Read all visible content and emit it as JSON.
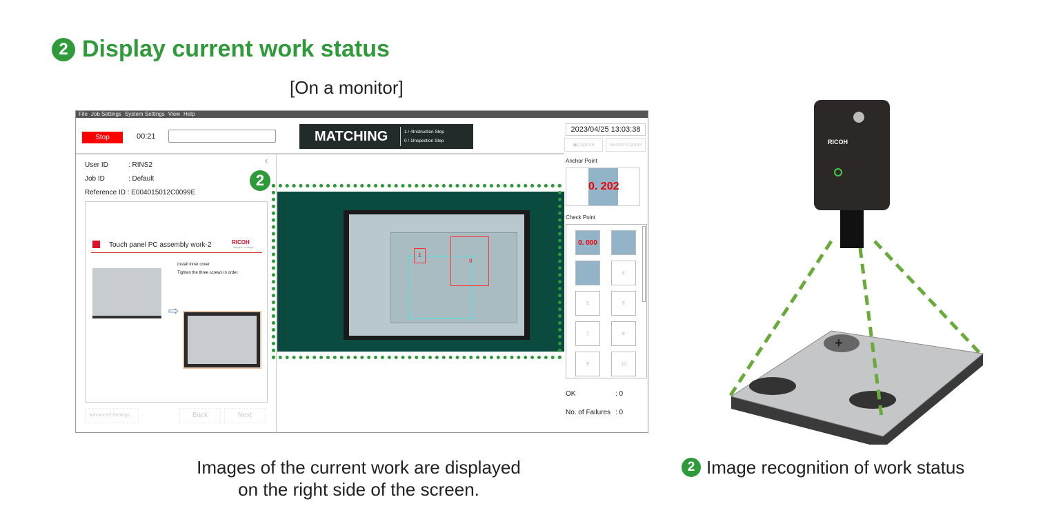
{
  "heading": {
    "number": "2",
    "text": "Display current work status"
  },
  "subheading": "[On a monitor]",
  "app": {
    "menu": [
      "File",
      "Job Settings",
      "System Settings",
      "View",
      "Help"
    ],
    "stop_label": "Stop",
    "timer": "00:21",
    "status": {
      "mode": "MATCHING",
      "instruction_step": "1 / 4Instruction Step",
      "inspection_step": "0 / 1Inspection Step"
    },
    "datetime": "2023/04/25 13:03:38",
    "capture_label": "Capture",
    "sensor_control_label": "Sensor Control",
    "info": {
      "user_id": "User ID",
      "user_id_value": ": RINS2",
      "job_id": "Job ID",
      "job_id_value": ": Default",
      "reference_id": "Reference ID : E004015012C0099E"
    },
    "collapse_icon": "chevron-left-icon",
    "doc": {
      "title": "Touch panel PC assembly work-2",
      "brand": "RICOH",
      "tagline": "imagine. change.",
      "line1": "Install inner cover",
      "line2": "Tighten the three screws in order."
    },
    "advanced_label": "Advanced Settings...",
    "back_label": "Back",
    "next_label": "Next",
    "camera_labels": [
      "1",
      "0"
    ],
    "anchor": {
      "label": "Anchor Point",
      "value": "0. 202"
    },
    "check": {
      "label": "Check Point",
      "first_value": "0. 000",
      "slots": [
        "4",
        "5",
        "6",
        "7",
        "8",
        "9",
        "10"
      ]
    },
    "ok_label": "OK",
    "ok_value": ": 0",
    "fail_label": "No. of Failures",
    "fail_value": ": 0",
    "marker": "2"
  },
  "caption_left": [
    "Images of the current work are displayed",
    "on the right side of the screen."
  ],
  "caption_right": {
    "number": "2",
    "text": "Image recognition of work status"
  },
  "camera_brand": "RICOH",
  "colors": {
    "accent": "#2e9a3a",
    "stop": "#ff0000",
    "status_bg": "#222a2a"
  }
}
